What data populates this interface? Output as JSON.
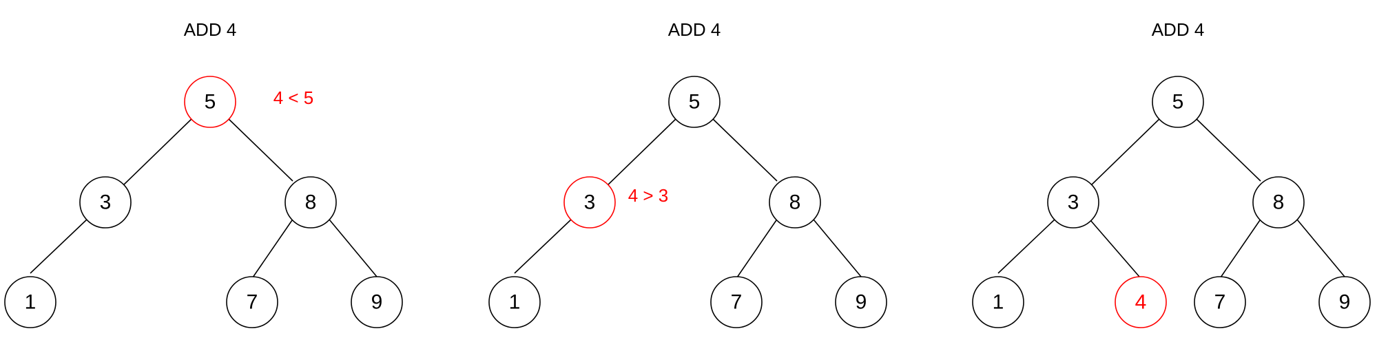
{
  "colors": {
    "highlight": "#ff0000",
    "stroke": "#000000"
  },
  "panels": [
    {
      "title": "ADD 4",
      "nodes": [
        {
          "id": "n5",
          "label": "5",
          "highlight": true
        },
        {
          "id": "n3",
          "label": "3",
          "highlight": false
        },
        {
          "id": "n8",
          "label": "8",
          "highlight": false
        },
        {
          "id": "n1",
          "label": "1",
          "highlight": false
        },
        {
          "id": "n7",
          "label": "7",
          "highlight": false
        },
        {
          "id": "n9",
          "label": "9",
          "highlight": false
        }
      ],
      "edges": [
        [
          "n5",
          "n3"
        ],
        [
          "n5",
          "n8"
        ],
        [
          "n3",
          "n1"
        ],
        [
          "n8",
          "n7"
        ],
        [
          "n8",
          "n9"
        ]
      ],
      "annotation": {
        "text": "4 < 5",
        "near": "n5"
      }
    },
    {
      "title": "ADD 4",
      "nodes": [
        {
          "id": "n5",
          "label": "5",
          "highlight": false
        },
        {
          "id": "n3",
          "label": "3",
          "highlight": true
        },
        {
          "id": "n8",
          "label": "8",
          "highlight": false
        },
        {
          "id": "n1",
          "label": "1",
          "highlight": false
        },
        {
          "id": "n7",
          "label": "7",
          "highlight": false
        },
        {
          "id": "n9",
          "label": "9",
          "highlight": false
        }
      ],
      "edges": [
        [
          "n5",
          "n3"
        ],
        [
          "n5",
          "n8"
        ],
        [
          "n3",
          "n1"
        ],
        [
          "n8",
          "n7"
        ],
        [
          "n8",
          "n9"
        ]
      ],
      "annotation": {
        "text": "4 > 3",
        "near": "n3"
      }
    },
    {
      "title": "ADD 4",
      "nodes": [
        {
          "id": "n5",
          "label": "5",
          "highlight": false
        },
        {
          "id": "n3",
          "label": "3",
          "highlight": false
        },
        {
          "id": "n8",
          "label": "8",
          "highlight": false
        },
        {
          "id": "n1",
          "label": "1",
          "highlight": false
        },
        {
          "id": "n4",
          "label": "4",
          "highlight": true
        },
        {
          "id": "n7",
          "label": "7",
          "highlight": false
        },
        {
          "id": "n9",
          "label": "9",
          "highlight": false
        }
      ],
      "edges": [
        [
          "n5",
          "n3"
        ],
        [
          "n5",
          "n8"
        ],
        [
          "n3",
          "n1"
        ],
        [
          "n3",
          "n4"
        ],
        [
          "n8",
          "n7"
        ],
        [
          "n8",
          "n9"
        ]
      ],
      "annotation": null
    }
  ]
}
